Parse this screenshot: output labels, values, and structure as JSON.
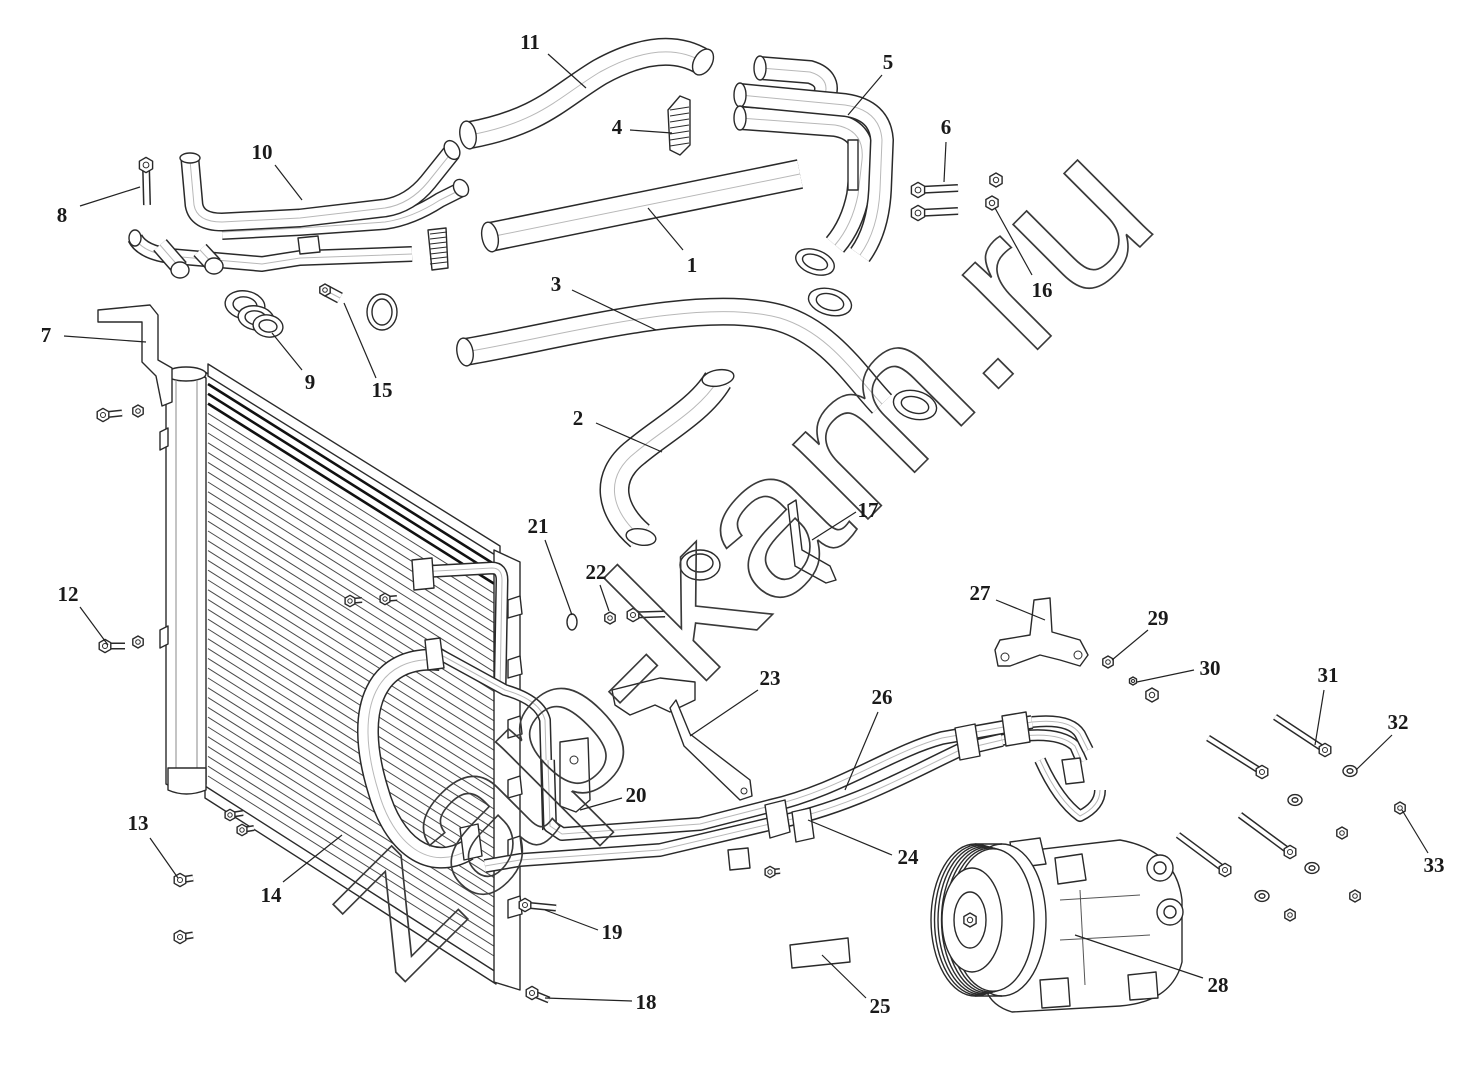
{
  "callouts": [
    "1",
    "2",
    "3",
    "4",
    "5",
    "6",
    "7",
    "8",
    "9",
    "10",
    "11",
    "12",
    "13",
    "14",
    "15",
    "16",
    "17",
    "18",
    "19",
    "20",
    "21",
    "22",
    "23",
    "24",
    "25",
    "26",
    "27",
    "28",
    "29",
    "30",
    "31",
    "32",
    "33"
  ],
  "watermark": "zap-kam.ru",
  "colors": {
    "line": "#2a2a2a",
    "background": "#ffffff"
  }
}
